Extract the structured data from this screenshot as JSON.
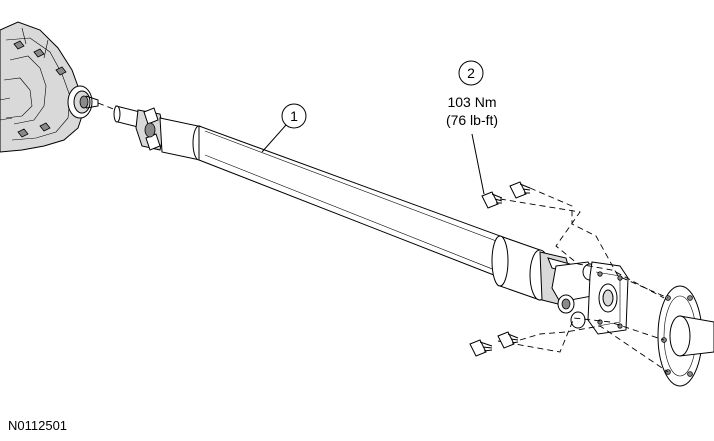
{
  "callouts": [
    {
      "number": "1"
    },
    {
      "number": "2",
      "torque_metric": "103 Nm",
      "torque_imperial": "(76 lb-ft)"
    }
  ],
  "figure_id": "N0112501"
}
